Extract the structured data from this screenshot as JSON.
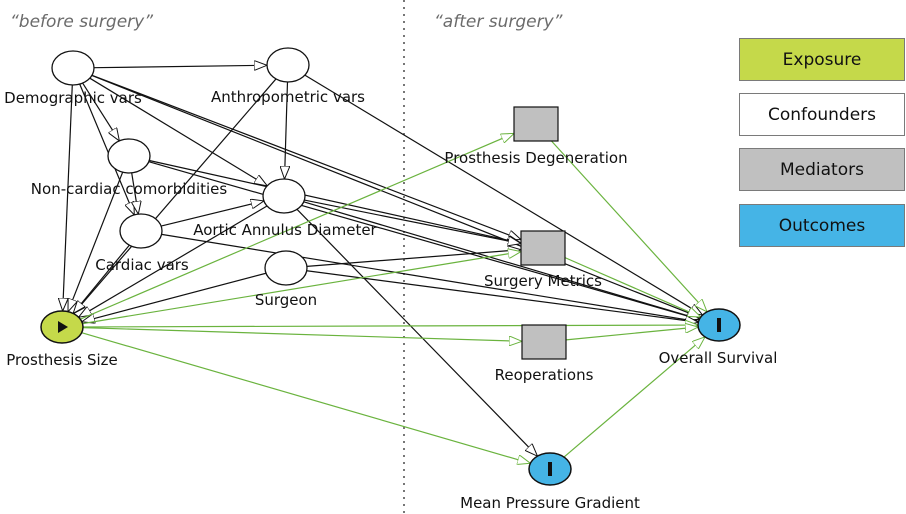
{
  "phases": {
    "before": "“before surgery”",
    "after": "“after surgery”"
  },
  "nodes": {
    "demographic": {
      "label": "Demographic vars",
      "role": "confounder"
    },
    "anthropometric": {
      "label": "Anthropometric vars",
      "role": "confounder"
    },
    "noncardiac": {
      "label": "Non-cardiac comorbidities",
      "role": "confounder"
    },
    "annulus": {
      "label": "Aortic Annulus Diameter",
      "role": "confounder"
    },
    "cardiac": {
      "label": "Cardiac vars",
      "role": "confounder"
    },
    "surgeon": {
      "label": "Surgeon",
      "role": "confounder"
    },
    "prosthesis_size": {
      "label": "Prosthesis Size",
      "role": "exposure"
    },
    "degeneration": {
      "label": "Prosthesis Degeneration",
      "role": "mediator"
    },
    "surgery_metrics": {
      "label": "Surgery Metrics",
      "role": "mediator"
    },
    "reoperations": {
      "label": "Reoperations",
      "role": "mediator"
    },
    "overall_survival": {
      "label": "Overall Survival",
      "role": "outcome"
    },
    "mean_pressure_gradient": {
      "label": "Mean Pressure Gradient",
      "role": "outcome"
    }
  },
  "legend": {
    "exposure": {
      "label": "Exposure",
      "color": "#c5d94a"
    },
    "confounders": {
      "label": "Confounders",
      "color": "#ffffff"
    },
    "mediators": {
      "label": "Mediators",
      "color": "#c0c0c0"
    },
    "outcomes": {
      "label": "Outcomes",
      "color": "#45b4e6"
    }
  },
  "edge_colors": {
    "causal_path": "#6ab33e",
    "biasing_path": "#111111"
  },
  "edges": [
    {
      "from": "demographic",
      "to": "anthropometric",
      "type": "biasing"
    },
    {
      "from": "demographic",
      "to": "noncardiac",
      "type": "biasing"
    },
    {
      "from": "demographic",
      "to": "cardiac",
      "type": "biasing"
    },
    {
      "from": "demographic",
      "to": "annulus",
      "type": "biasing"
    },
    {
      "from": "demographic",
      "to": "prosthesis_size",
      "type": "biasing"
    },
    {
      "from": "demographic",
      "to": "overall_survival",
      "type": "biasing"
    },
    {
      "from": "demographic",
      "to": "surgery_metrics",
      "type": "biasing"
    },
    {
      "from": "anthropometric",
      "to": "annulus",
      "type": "biasing"
    },
    {
      "from": "anthropometric",
      "to": "prosthesis_size",
      "type": "biasing"
    },
    {
      "from": "anthropometric",
      "to": "overall_survival",
      "type": "biasing"
    },
    {
      "from": "noncardiac",
      "to": "cardiac",
      "type": "biasing"
    },
    {
      "from": "noncardiac",
      "to": "prosthesis_size",
      "type": "biasing"
    },
    {
      "from": "noncardiac",
      "to": "surgery_metrics",
      "type": "biasing"
    },
    {
      "from": "noncardiac",
      "to": "overall_survival",
      "type": "biasing"
    },
    {
      "from": "cardiac",
      "to": "annulus",
      "type": "biasing"
    },
    {
      "from": "cardiac",
      "to": "prosthesis_size",
      "type": "biasing"
    },
    {
      "from": "cardiac",
      "to": "overall_survival",
      "type": "biasing"
    },
    {
      "from": "annulus",
      "to": "prosthesis_size",
      "type": "biasing"
    },
    {
      "from": "annulus",
      "to": "surgery_metrics",
      "type": "biasing"
    },
    {
      "from": "annulus",
      "to": "mean_pressure_gradient",
      "type": "biasing"
    },
    {
      "from": "annulus",
      "to": "overall_survival",
      "type": "biasing"
    },
    {
      "from": "surgeon",
      "to": "prosthesis_size",
      "type": "biasing"
    },
    {
      "from": "surgeon",
      "to": "surgery_metrics",
      "type": "biasing"
    },
    {
      "from": "surgeon",
      "to": "overall_survival",
      "type": "biasing"
    },
    {
      "from": "prosthesis_size",
      "to": "degeneration",
      "type": "causal"
    },
    {
      "from": "prosthesis_size",
      "to": "surgery_metrics",
      "type": "causal"
    },
    {
      "from": "prosthesis_size",
      "to": "reoperations",
      "type": "causal"
    },
    {
      "from": "prosthesis_size",
      "to": "overall_survival",
      "type": "causal"
    },
    {
      "from": "prosthesis_size",
      "to": "mean_pressure_gradient",
      "type": "causal"
    },
    {
      "from": "degeneration",
      "to": "overall_survival",
      "type": "causal"
    },
    {
      "from": "surgery_metrics",
      "to": "overall_survival",
      "type": "causal"
    },
    {
      "from": "reoperations",
      "to": "overall_survival",
      "type": "causal"
    },
    {
      "from": "mean_pressure_gradient",
      "to": "overall_survival",
      "type": "causal"
    }
  ]
}
